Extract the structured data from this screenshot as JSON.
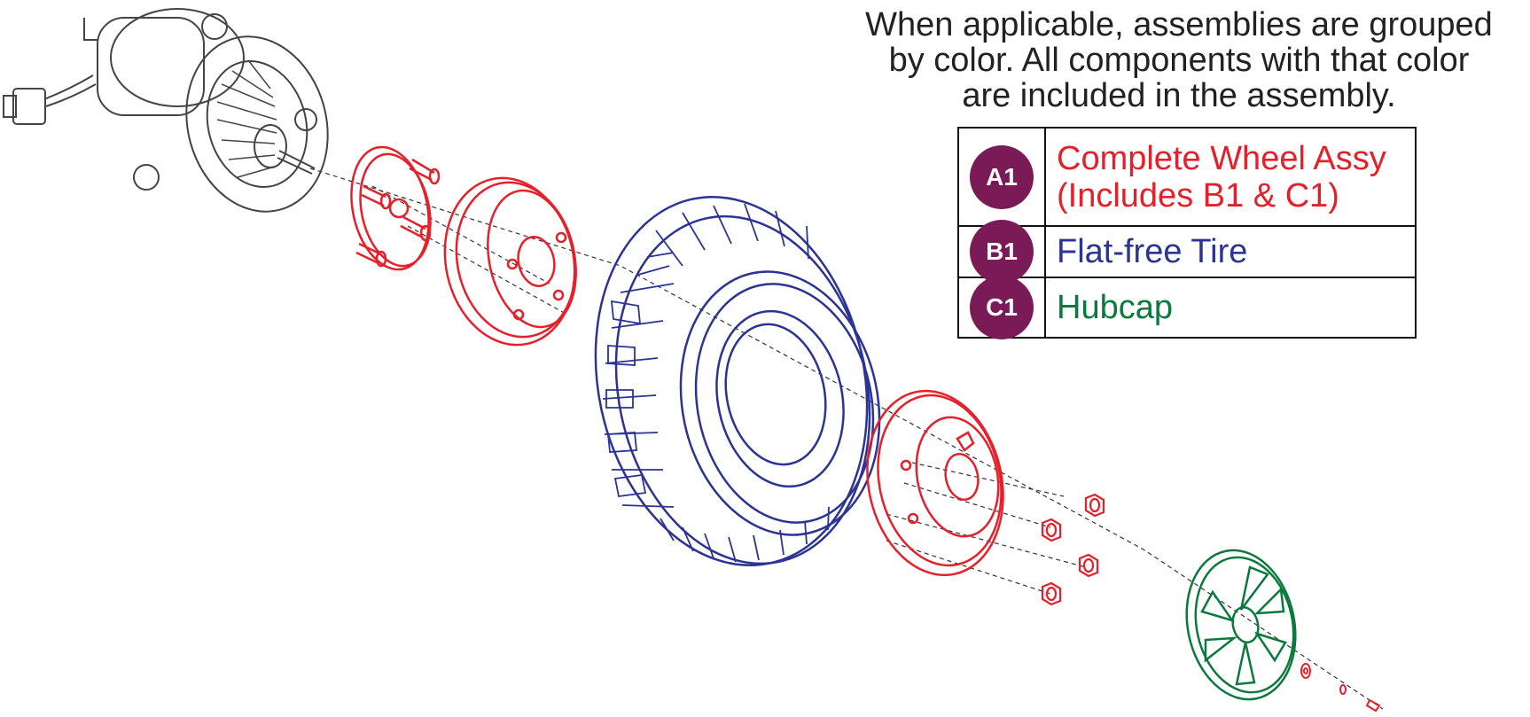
{
  "intro": {
    "line1": "When applicable, assemblies are grouped",
    "line2": "by color. All components with that color",
    "line3": "are included in the assembly."
  },
  "legend": {
    "rows": [
      {
        "badge": "A1",
        "line1": "Complete Wheel Assy",
        "line2": "(Includes B1 & C1)",
        "color": "#e5202a"
      },
      {
        "badge": "B1",
        "line1": "Flat-free Tire",
        "color": "#2b3494"
      },
      {
        "badge": "C1",
        "line1": "Hubcap",
        "color": "#0a7a3c"
      }
    ],
    "badge_color": "#7a1b57"
  },
  "colors": {
    "wheel_assy": "#e5202a",
    "tire": "#2b3494",
    "hubcap": "#0a7a3c",
    "motor": "#444444"
  }
}
